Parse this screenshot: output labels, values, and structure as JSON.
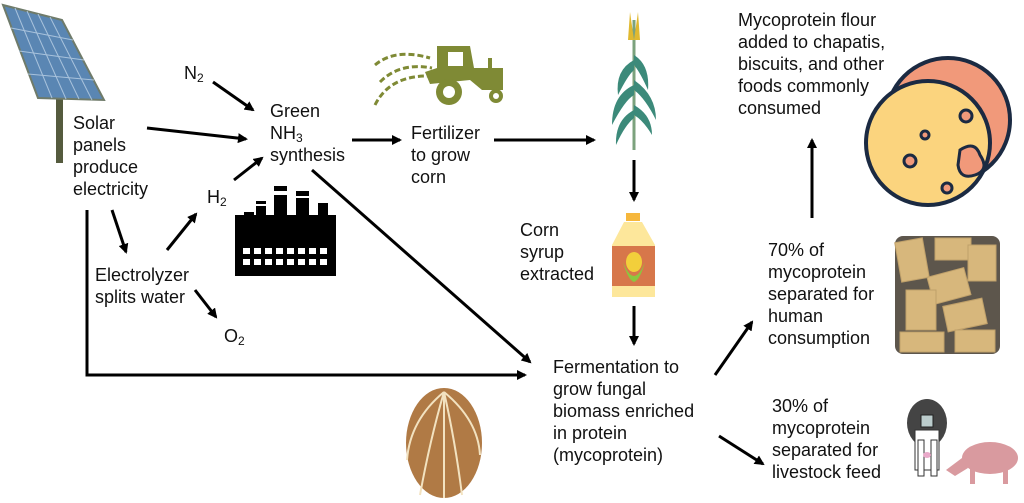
{
  "nodes": {
    "solar": {
      "lines": [
        "Solar",
        "panels",
        "produce",
        "electricity"
      ]
    },
    "n2": {
      "base": "N",
      "sub": "2"
    },
    "green_nh3": {
      "line1": "Green",
      "line2_base": "NH",
      "line2_sub": "3",
      "line3": "synthesis"
    },
    "h2": {
      "base": "H",
      "sub": "2"
    },
    "electrolyzer": {
      "lines": [
        "Electrolyzer",
        "splits water"
      ]
    },
    "o2": {
      "base": "O",
      "sub": "2"
    },
    "fertilizer": {
      "lines": [
        "Fertilizer",
        "to grow",
        "corn"
      ]
    },
    "corn_syrup": {
      "lines": [
        "Corn",
        "syrup",
        "extracted"
      ]
    },
    "fermentation": {
      "lines": [
        "Fermentation to",
        "grow fungal",
        "biomass enriched",
        "in protein",
        "(mycoprotein)"
      ]
    },
    "human": {
      "lines": [
        "70% of",
        "mycoprotein",
        "separated for",
        "human",
        "consumption"
      ]
    },
    "livestock": {
      "lines": [
        "30% of",
        "mycoprotein",
        "separated for",
        "livestock feed"
      ]
    },
    "flour": {
      "lines": [
        "Mycoprotein flour",
        "added to chapatis,",
        "biscuits, and other",
        "foods commonly",
        "consumed"
      ]
    }
  },
  "icons": [
    "solar-panel-icon",
    "factory-icon",
    "tractor-icon",
    "corn-plant-icon",
    "syrup-bottle-icon",
    "fungus-icon",
    "mycoprotein-blocks-icon",
    "chapati-icon",
    "cow-icon",
    "pig-icon"
  ],
  "colors": {
    "arrow": "#000000",
    "tractor": "#7f8a35",
    "solar": "#4f7fae",
    "bottle": "#d7774a",
    "fungus": "#b07a45",
    "chapati_front": "#fbd47e",
    "chapati_back": "#f1997a",
    "tofu": "#d7b77c"
  }
}
